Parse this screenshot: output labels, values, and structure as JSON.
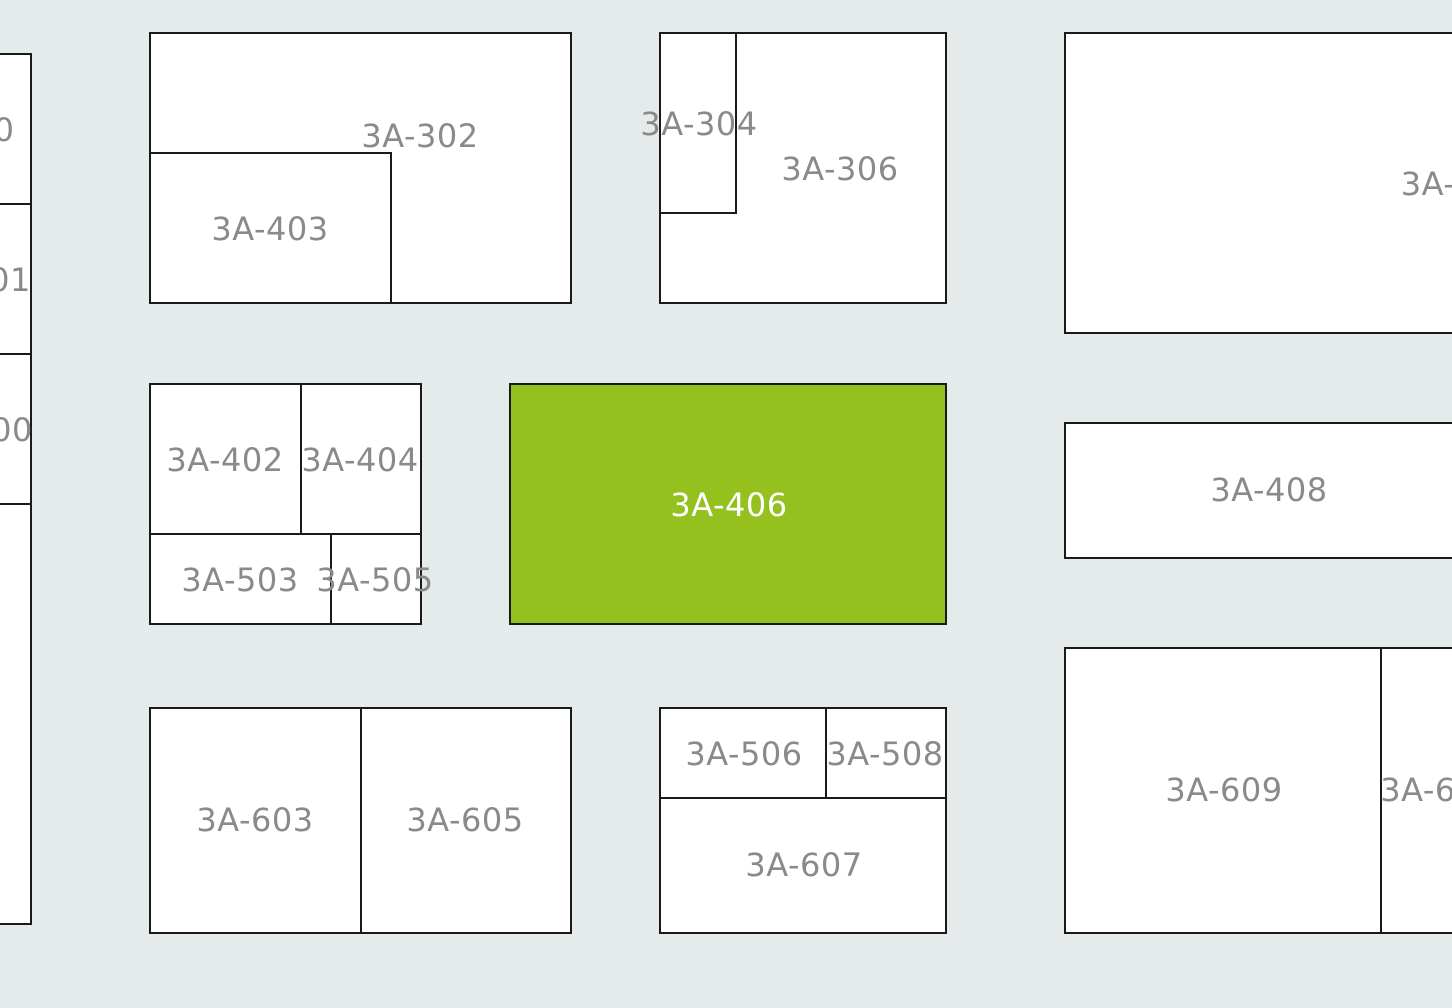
{
  "colors": {
    "background": "#e5eaea",
    "booth_fill": "#ffffff",
    "booth_border": "#1a1a1a",
    "label_text": "#8a8a8a",
    "selected_fill": "#95c11f",
    "selected_text": "#ffffff"
  },
  "selected_booth": "3A-406",
  "booths": {
    "b302": "3A-302",
    "b403": "3A-403",
    "b304": "3A-304",
    "b306": "3A-306",
    "b3a_top_right": "3A-",
    "b402": "3A-402",
    "b404": "3A-404",
    "b503": "3A-503",
    "b505": "3A-505",
    "b406": "3A-406",
    "b408": "3A-408",
    "b603": "3A-603",
    "b605": "3A-605",
    "b506": "3A-506",
    "b508": "3A-508",
    "b607": "3A-607",
    "b609": "3A-609",
    "b6_partial": "3A-6",
    "left_edge_1": "0",
    "left_edge_2": "01",
    "left_edge_3": "00"
  }
}
